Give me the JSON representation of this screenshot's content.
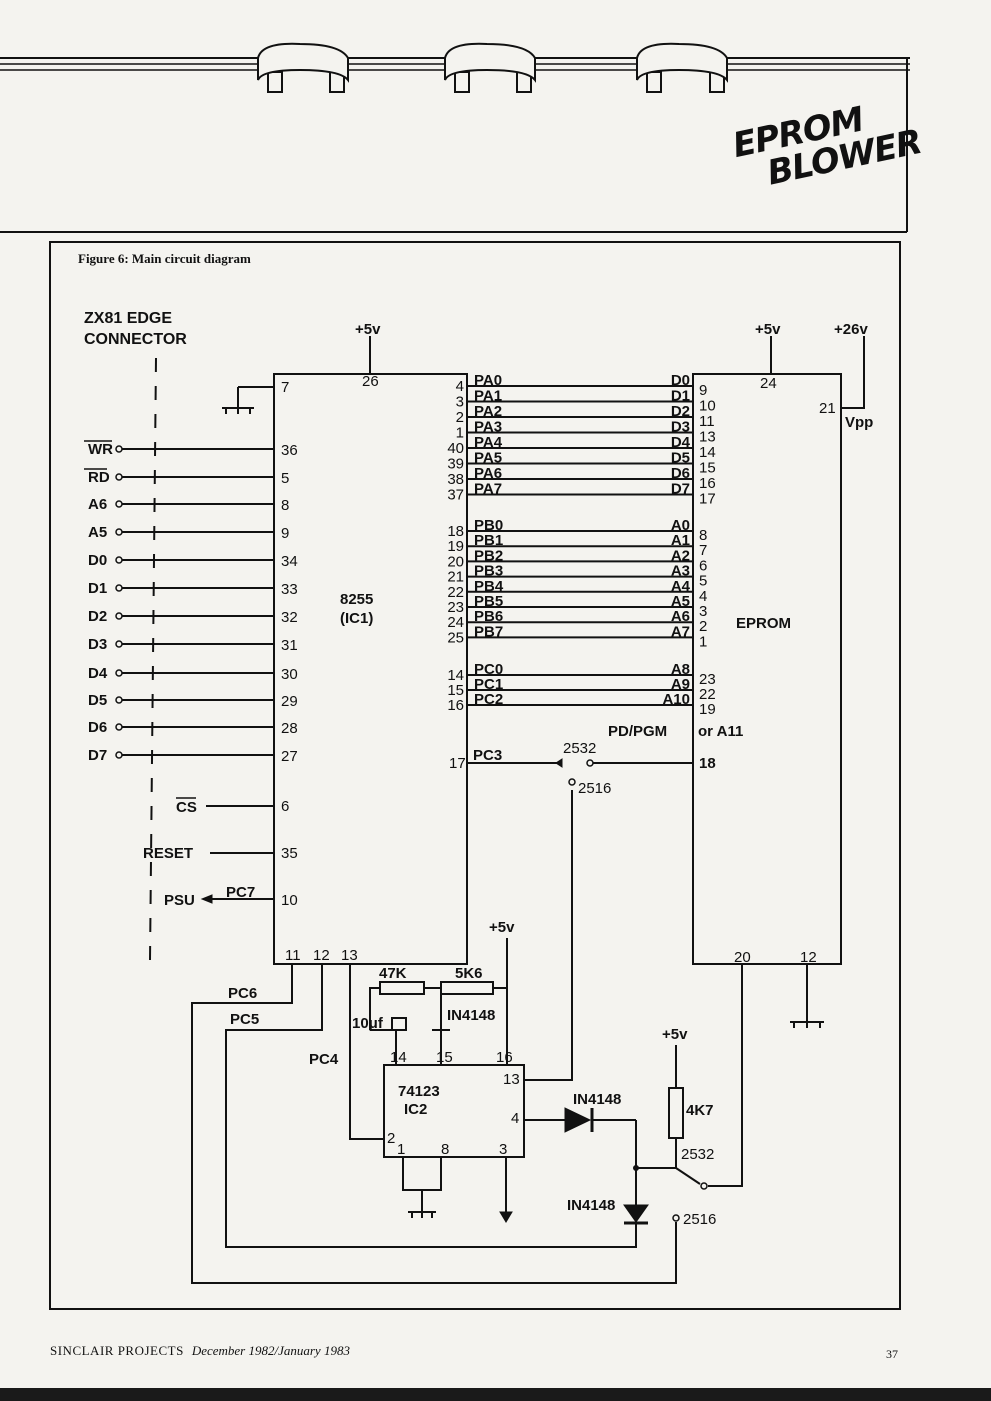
{
  "header": {
    "brand_line1": "EPROM",
    "brand_line2": "BLOWER"
  },
  "figure": {
    "title": "Figure 6: Main circuit diagram"
  },
  "connector": {
    "title_line1": "ZX81   EDGE",
    "title_line2": "CONNECTOR"
  },
  "left_signals": [
    "WR",
    "RD",
    "A6",
    "A5",
    "D0",
    "D1",
    "D2",
    "D3",
    "D4",
    "D5",
    "D6",
    "D7"
  ],
  "left_pins": [
    "36",
    "5",
    "8",
    "9",
    "34",
    "33",
    "32",
    "31",
    "30",
    "29",
    "28",
    "27"
  ],
  "ic1": {
    "name": "8255",
    "ref": "(IC1)",
    "vcc": "+5v",
    "vcc_pin": "26",
    "gnd_pin": "7",
    "cs": "CS",
    "cs_pin": "6",
    "reset": "RESET",
    "reset_pin": "35",
    "psu": "PSU",
    "pc7": "PC7",
    "pc7_pin": "10",
    "bottom_pins": [
      "11",
      "12",
      "13"
    ]
  },
  "port_rows": [
    {
      "rp": "4",
      "pa": "PA0",
      "ed": "D0",
      "ep": "9"
    },
    {
      "rp": "3",
      "pa": "PA1",
      "ed": "D1",
      "ep": "10"
    },
    {
      "rp": "2",
      "pa": "PA2",
      "ed": "D2",
      "ep": "11"
    },
    {
      "rp": "1",
      "pa": "PA3",
      "ed": "D3",
      "ep": "13"
    },
    {
      "rp": "40",
      "pa": "PA4",
      "ed": "D4",
      "ep": "14"
    },
    {
      "rp": "39",
      "pa": "PA5",
      "ed": "D5",
      "ep": "15"
    },
    {
      "rp": "38",
      "pa": "PA6",
      "ed": "D6",
      "ep": "16"
    },
    {
      "rp": "37",
      "pa": "PA7",
      "ed": "D7",
      "ep": "17"
    },
    {
      "rp": "18",
      "pa": "PB0",
      "ed": "A0",
      "ep": "8"
    },
    {
      "rp": "19",
      "pa": "PB1",
      "ed": "A1",
      "ep": "7"
    },
    {
      "rp": "20",
      "pa": "PB2",
      "ed": "A2",
      "ep": "6"
    },
    {
      "rp": "21",
      "pa": "PB3",
      "ed": "A3",
      "ep": "5"
    },
    {
      "rp": "22",
      "pa": "PB4",
      "ed": "A4",
      "ep": "4"
    },
    {
      "rp": "23",
      "pa": "PB5",
      "ed": "A5",
      "ep": "3"
    },
    {
      "rp": "24",
      "pa": "PB6",
      "ed": "A6",
      "ep": "2"
    },
    {
      "rp": "25",
      "pa": "PB7",
      "ed": "A7",
      "ep": "1"
    },
    {
      "rp": "14",
      "pa": "PC0",
      "ed": "A8",
      "ep": "23"
    },
    {
      "rp": "15",
      "pa": "PC1",
      "ed": "A9",
      "ep": "22"
    },
    {
      "rp": "16",
      "pa": "PC2",
      "ed": "A10",
      "ep": "19"
    }
  ],
  "pc3": {
    "label": "PC3",
    "pin": "17",
    "opt1": "2532",
    "opt2": "2516",
    "eprom_pin": "18",
    "pgm": "PD/PGM",
    "or": "or A11"
  },
  "eprom": {
    "name": "EPROM",
    "vcc": "+5v",
    "vcc_pin": "24",
    "vpp_supply": "+26v",
    "vpp_pin": "21",
    "vpp": "Vpp",
    "bottom_pins": [
      "20",
      "12"
    ]
  },
  "timer": {
    "name": "74123",
    "ref": "IC2",
    "pins": [
      "14",
      "15",
      "16",
      "13",
      "4",
      "2",
      "1",
      "8",
      "3"
    ],
    "r1": "47K",
    "r2": "5K6",
    "cap": "10μf",
    "diode": "IN4148",
    "vcc": "+5v"
  },
  "lower": {
    "pc6": "PC6",
    "pc5": "PC5",
    "pc4": "PC4",
    "d2": "IN4148",
    "d3": "IN4148",
    "r": "4K7",
    "vcc": "+5v",
    "sw1": "2532",
    "sw2": "2516"
  },
  "footer": {
    "publication": "SINCLAIR PROJECTS",
    "date": "December 1982/January 1983",
    "page": "37"
  }
}
